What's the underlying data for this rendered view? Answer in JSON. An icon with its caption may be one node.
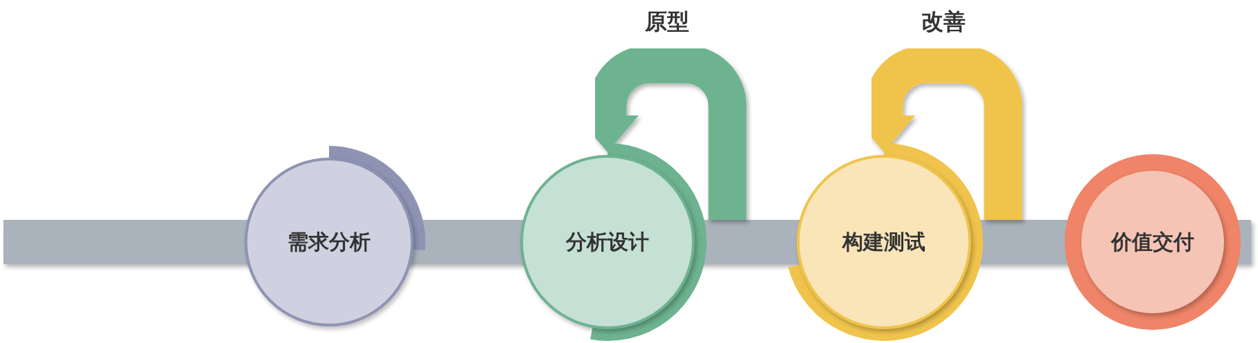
{
  "diagram": {
    "nodes": [
      {
        "text": [
          "需求分析"
        ]
      },
      {
        "text": [
          "分析设计"
        ]
      },
      {
        "text": [
          "构建测试"
        ]
      },
      {
        "text": [
          "价值交付"
        ]
      }
    ],
    "edges": [
      {
        "from": null,
        "to": 1,
        "arrow": "to",
        "label": "原型",
        "color": "#6db390"
      },
      {
        "from": null,
        "to": 2,
        "arrow": "to",
        "label": "改善",
        "color": "#f0c44c"
      }
    ]
  }
}
